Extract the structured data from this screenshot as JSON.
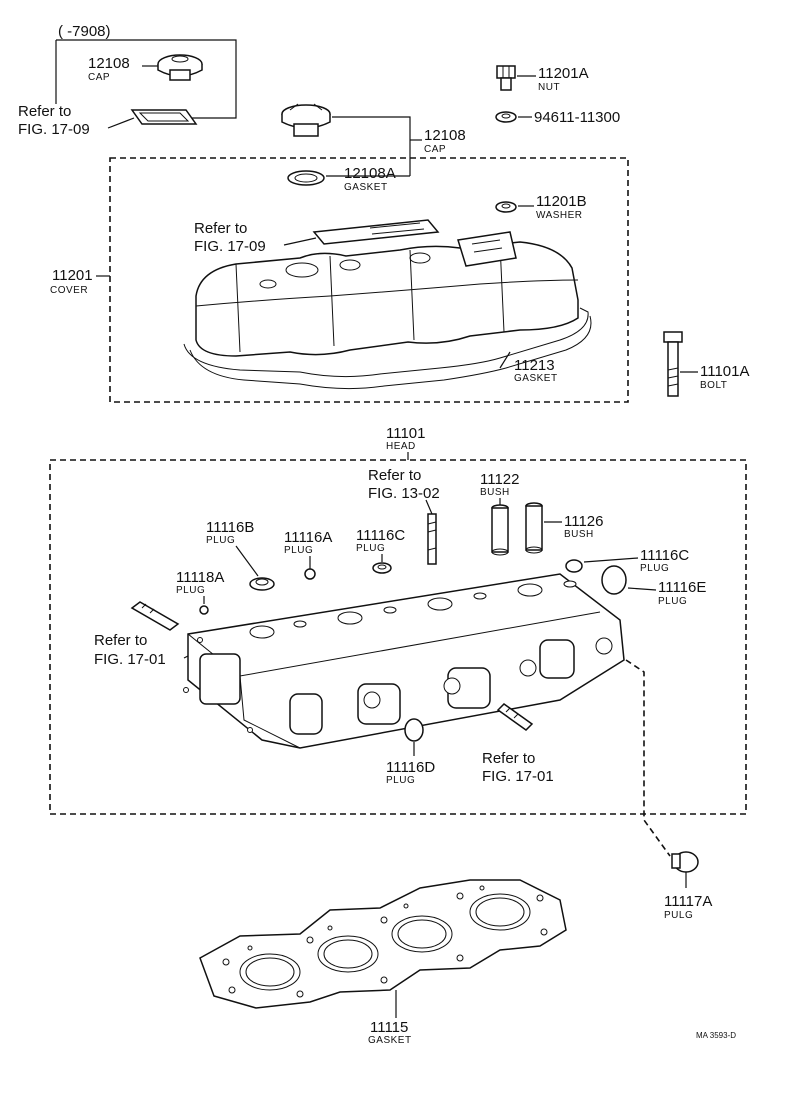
{
  "labels": {
    "serial_range": "(      -7908)",
    "cap_small_no": "12108",
    "cap_small_name": "CAP",
    "ref_1709_a_line1": "Refer to",
    "ref_1709_a_line2": "FIG. 17-09",
    "nut_no": "11201A",
    "nut_name": "NUT",
    "washer_std_no": "94611-11300",
    "cap_no": "12108",
    "cap_name": "CAP",
    "gasket_cap_no": "12108A",
    "gasket_cap_name": "GASKET",
    "washer_no": "11201B",
    "washer_name": "WASHER",
    "ref_1709_b_line1": "Refer to",
    "ref_1709_b_line2": "FIG. 17-09",
    "cover_no": "11201",
    "cover_name": "COVER",
    "cover_gasket_no": "11213",
    "cover_gasket_name": "GASKET",
    "bolt_no": "11101A",
    "bolt_name": "BOLT",
    "head_no": "11101",
    "head_name": "HEAD",
    "ref_1302_line1": "Refer to",
    "ref_1302_line2": "FIG. 13-02",
    "bush_a_no": "11122",
    "bush_a_name": "BUSH",
    "bush_b_no": "11126",
    "bush_b_name": "BUSH",
    "plug_b_no": "11116B",
    "plug_b_name": "PLUG",
    "plug_a_no": "11116A",
    "plug_a_name": "PLUG",
    "plug_c_no": "11116C",
    "plug_c_name": "PLUG",
    "plug_c2_no": "11116C",
    "plug_c2_name": "PLUG",
    "plug_e_no": "11116E",
    "plug_e_name": "PLUG",
    "plug_118a_no": "11118A",
    "plug_118a_name": "PLUG",
    "ref_1701_a_line1": "Refer to",
    "ref_1701_a_line2": "FIG. 17-01",
    "plug_d_no": "11116D",
    "plug_d_name": "PLUG",
    "ref_1701_b_line1": "Refer to",
    "ref_1701_b_line2": "FIG. 17-01",
    "pulg_no": "11117A",
    "pulg_name": "PULG",
    "head_gasket_no": "11115",
    "head_gasket_name": "GASKET",
    "diagram_code": "MA 3593-D"
  }
}
